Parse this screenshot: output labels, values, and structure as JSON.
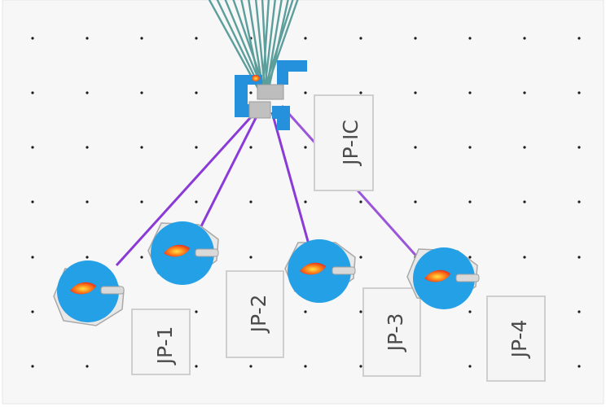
{
  "diagram": {
    "background": "#f7f7f7",
    "border_color": "#e6e6e6",
    "grid_dot_color": "#1c1c1c",
    "wire_color": "#8a3ad6",
    "upstream_wire_color": "#5b9e9b",
    "hub": {
      "name": "JP-IC",
      "icon": "pipe-junction-icon",
      "color": "#2590dc"
    },
    "nodes": [
      {
        "name": "JP-1",
        "icon": "burner-flame-icon"
      },
      {
        "name": "JP-2",
        "icon": "burner-flame-icon"
      },
      {
        "name": "JP-3",
        "icon": "burner-flame-icon"
      },
      {
        "name": "JP-4",
        "icon": "burner-flame-icon"
      }
    ],
    "node_color": "#23a0e6"
  }
}
